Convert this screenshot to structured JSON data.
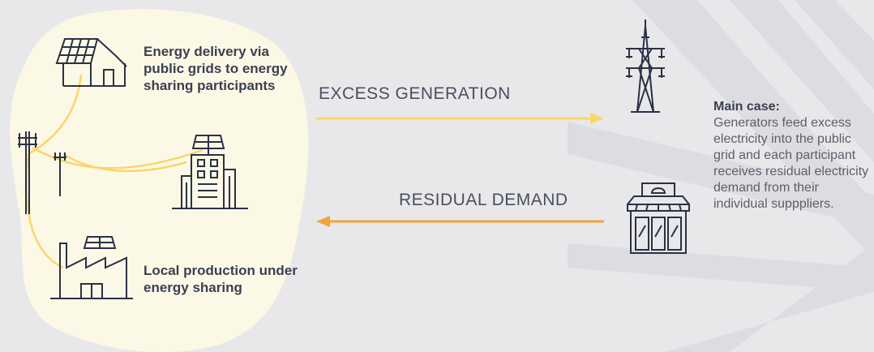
{
  "labels": {
    "delivery": "Energy delivery via public grids to energy sharing participants",
    "local_production": "Local production under energy sharing",
    "excess": "EXCESS GENERATION",
    "residual": "RESIDUAL DEMAND"
  },
  "main_case": {
    "title": "Main case:",
    "body": "Generators feed excess electricity into the public grid and each participant receives residual electricity demand from their individual supppliers."
  },
  "colors": {
    "background": "#e8e8ea",
    "blob": "#fcf8e6",
    "yellow": "#f9d66a",
    "orange": "#f2a33a",
    "icon": "#2b3145"
  }
}
